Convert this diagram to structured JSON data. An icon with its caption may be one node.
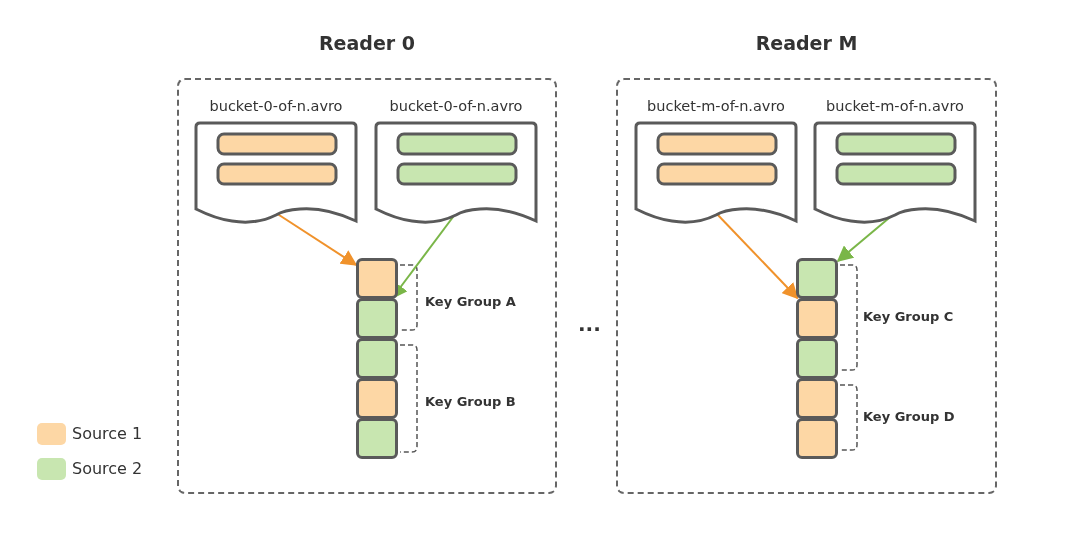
{
  "diagram": {
    "nodes": [
      {
        "text": [
          "Reader 0"
        ]
      },
      {
        "text": [
          "bucket-0-of-n.avro"
        ],
        "in": 0
      },
      {
        "text": [
          "bucket-0-of-n.avro"
        ],
        "in": 0
      },
      {
        "text": [],
        "shape": "box",
        "in": 0
      },
      {
        "text": [],
        "shape": "box",
        "in": 0
      },
      {
        "text": [],
        "shape": "box",
        "in": 0
      },
      {
        "text": [],
        "shape": "box",
        "in": 0
      },
      {
        "text": [],
        "shape": "box",
        "in": 0
      },
      {
        "text": [
          "Reader M"
        ]
      },
      {
        "text": [
          "bucket-m-of-n.avro"
        ],
        "in": 8
      },
      {
        "text": [
          "bucket-m-of-n.avro"
        ],
        "in": 8
      },
      {
        "text": [],
        "shape": "box",
        "in": 8
      },
      {
        "text": [],
        "shape": "box",
        "in": 8
      },
      {
        "text": [],
        "shape": "box",
        "in": 8
      },
      {
        "text": [],
        "shape": "box",
        "in": 8
      },
      {
        "text": [],
        "shape": "box",
        "in": 8
      }
    ],
    "edges": [
      {
        "from": 1,
        "to": 3,
        "arrow": "to",
        "color": "#f0922b"
      },
      {
        "from": 2,
        "to": 4,
        "arrow": "to",
        "color": "#7ab648"
      },
      {
        "from": 9,
        "to": 12,
        "arrow": "to",
        "color": "#f0922b"
      },
      {
        "from": 10,
        "to": 11,
        "arrow": "to",
        "color": "#7ab648"
      }
    ],
    "labels": [
      "Key Group A",
      "Key Group B",
      "...",
      "Key Group C",
      "Key Group D"
    ],
    "legend": [
      {
        "text": "Source 1",
        "color": "#fdd7a5"
      },
      {
        "text": "Source 2",
        "color": "#c8e6b0"
      }
    ]
  }
}
